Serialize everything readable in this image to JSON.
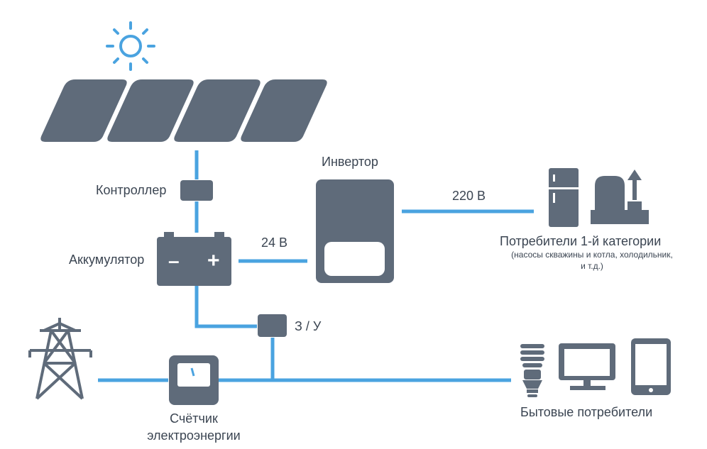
{
  "labels": {
    "controller": "Контроллер",
    "battery": "Аккумулятор",
    "inverter": "Инвертор",
    "voltage_24": "24 В",
    "voltage_220": "220 В",
    "charger": "З / У",
    "consumers_cat1_title": "Потребители 1-й категории",
    "consumers_cat1_note_line1": "(насосы скважины и котла, холодильник,",
    "consumers_cat1_note_line2": "и т.д.)",
    "meter_line1": "Счётчик",
    "meter_line2": "электроэнергии",
    "household": "Бытовые потребители",
    "battery_minus": "–",
    "battery_plus": "+"
  },
  "icons": [
    "sun-icon",
    "solar-panel-icon",
    "battery-icon",
    "inverter-icon",
    "fridge-icon",
    "boiler-icon",
    "power-tower-icon",
    "electric-meter-icon",
    "light-bulb-icon",
    "monitor-icon",
    "tablet-icon"
  ],
  "colors": {
    "line": "#4aa3e0",
    "device": "#5f6b7a",
    "text": "#3b4552",
    "sun": "#4aa3e0"
  }
}
